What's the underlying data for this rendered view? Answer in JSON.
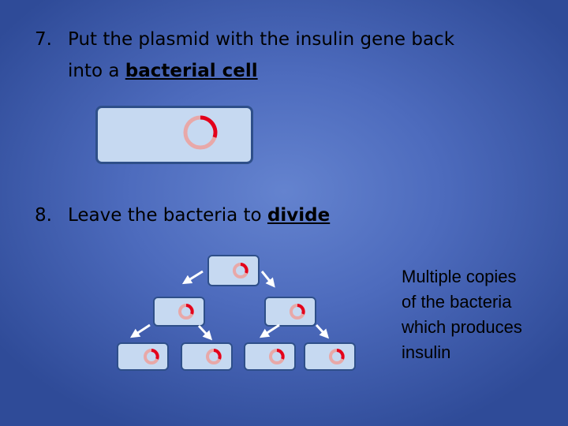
{
  "steps": [
    {
      "number": "7.",
      "line1": "Put the plasmid with the insulin gene back",
      "line2_pre": "into a ",
      "line2_bold": "bacterial cell"
    },
    {
      "number": "8.",
      "line1_pre": "Leave the bacteria to ",
      "line1_bold": "divide"
    }
  ],
  "caption": [
    "Multiple copies",
    "of the bacteria",
    "which produces",
    "insulin"
  ],
  "colors": {
    "cell_fill": "#c6d9f1",
    "cell_border": "#2e4f89",
    "plasmid": "#e8a8a8",
    "insulin_gene": "#e3001b",
    "arrow": "#ffffff"
  }
}
